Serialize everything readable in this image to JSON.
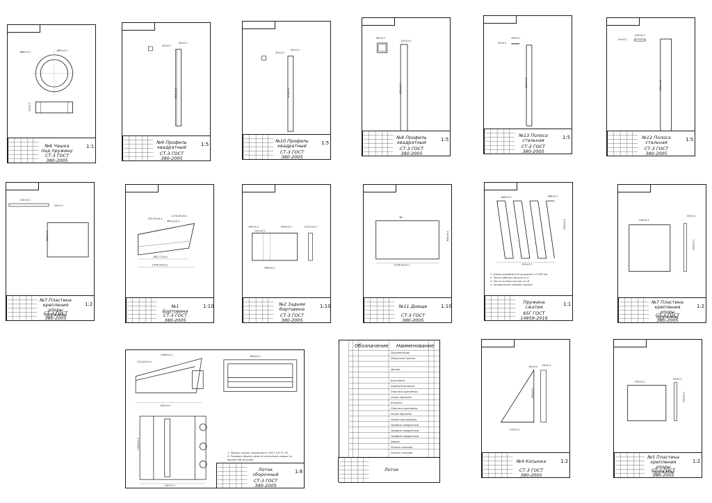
{
  "sheets": [
    {
      "id": "s1",
      "title": "№6 Чашка под пружину",
      "material": "СТ-3 ГОСТ 380-2005",
      "scale": "1:1",
      "dims": [
        "ø80±0.1",
        "ø60±0.1",
        "30±0.1"
      ]
    },
    {
      "id": "s2",
      "title": "№9 Профиль квадратный",
      "material": "СТ-3 ГОСТ 380-2005",
      "scale": "1:5",
      "dims": [
        "40±0.1",
        "40±0.1",
        "800±0.1",
        "4±0.1"
      ]
    },
    {
      "id": "s3",
      "title": "№10 Профиль квадратный",
      "material": "СТ-3 ГОСТ 380-2005",
      "scale": "1:5",
      "dims": [
        "40±0.1",
        "40±0.1",
        "740±0.1",
        "4±0.1"
      ]
    },
    {
      "id": "s4",
      "title": "№8 Профиль квадратный",
      "material": "СТ-3 ГОСТ 380-2005",
      "scale": "1:5",
      "dims": [
        "40±0.1",
        "120±0.1",
        "820±0.1"
      ]
    },
    {
      "id": "s5",
      "title": "№13 Полоса стальная",
      "material": "СТ-3 ГОСТ 380-2005",
      "scale": "1:5",
      "dims": [
        "40±0.1",
        "10±0.1",
        "820±0.1"
      ]
    },
    {
      "id": "s6",
      "title": "№12 Полоса стальная",
      "material": "СТ-3 ГОСТ 380-2005",
      "scale": "1:5",
      "dims": [
        "120±0.1",
        "10±0.1",
        "820±0.1"
      ]
    },
    {
      "id": "s7",
      "title": "№7 Пластина крепления опоры пружины",
      "material": "СТ-3 ГОСТ 380-2005",
      "scale": "1:2",
      "dims": [
        "150±0.1",
        "10±0.1",
        "150±0.1"
      ]
    },
    {
      "id": "s8",
      "title": "№1 Бортовина",
      "material": "СТ-3 ГОСТ 380-2005",
      "scale": "1:10",
      "dims": [
        "1176,43±0.1",
        "374,35±0.1",
        "965,1±0.1",
        "482,77±0.1",
        "1078,94±0.1"
      ]
    },
    {
      "id": "s9",
      "title": "№2 Задняя бортовина",
      "material": "СТ-3 ГОСТ 380-2005",
      "scale": "1:10",
      "dims": [
        "130±0.1",
        "417±0.1",
        "900±0.1",
        "840±0.1",
        "213,5±0.1"
      ]
    },
    {
      "id": "s10",
      "title": "№11 Днище",
      "material": "СТ-3 ГОСТ 380-2005",
      "scale": "1:10",
      "dims": [
        "1176,43±0.1",
        "820±0.1",
        "5б"
      ]
    },
    {
      "id": "s11",
      "title": "Пружина сжатия",
      "material": "65Г ГОСТ 14959-2016",
      "scale": "1:1",
      "dims": [
        "ø30±0.1",
        "ø36±0.1",
        "164±0.1",
        "144±0.1"
      ],
      "notes": [
        "1. Длина развёрнутой пружины L=1180 мм",
        "2. Число рабочих витков n=5",
        "3. Число полных витков n1=6",
        "4. Направление навивки правое"
      ]
    },
    {
      "id": "s12",
      "title": "№7 Пластина крепления опоры пружины",
      "material": "СТ-3 ГОСТ 380-2005",
      "scale": "1:2",
      "dims": [
        "150±0.1",
        "10±0.1",
        "220±0.1"
      ]
    },
    {
      "id": "s13",
      "title": "Лоток сборочный",
      "material": "СТ-3 ГОСТ 380-2005",
      "scale": "1:8",
      "dims": [
        "1186±0.1",
        "374,35±0.1",
        "840±0.1",
        "620±0.1",
        "1020±0.1",
        "410±0.1"
      ],
      "notes": [
        "1. Сборку сварку производить ГОСТ 14771-76",
        "2. Размеры сборки швов не указанный сварка по вариантам деталей"
      ]
    },
    {
      "id": "s15",
      "title": "№4 Косынка",
      "material": "СТ-3 ГОСТ 380-2005",
      "scale": "1:2",
      "dims": [
        "10±0.1",
        "20±0.1",
        "170±0.1",
        "200±0.1"
      ]
    },
    {
      "id": "s16",
      "title": "№5 Пластина крепления опоры пружины",
      "material": "СТ-3 ГОСТ 380-2005",
      "scale": "1:2",
      "dims": [
        "150±0.1",
        "10±0.1",
        "140±0.1"
      ]
    }
  ],
  "spec": {
    "header": {
      "col1": "Обозначение",
      "col2": "Наименование"
    },
    "title": "Лоток",
    "rows": [
      "Документация",
      "Сборочный чертёж",
      "",
      "Детали",
      "",
      "Бортовина",
      "Задняя бортовина",
      "Пластина крепления",
      "опоры пружины",
      "Косынка",
      "Пластина крепления",
      "опоры пружины",
      "Чашка под пружину",
      "Профиль квадратный",
      "Профиль квадратный",
      "Профиль квадратный",
      "Днище",
      "Полоса стальная",
      "Полоса стальная"
    ]
  }
}
